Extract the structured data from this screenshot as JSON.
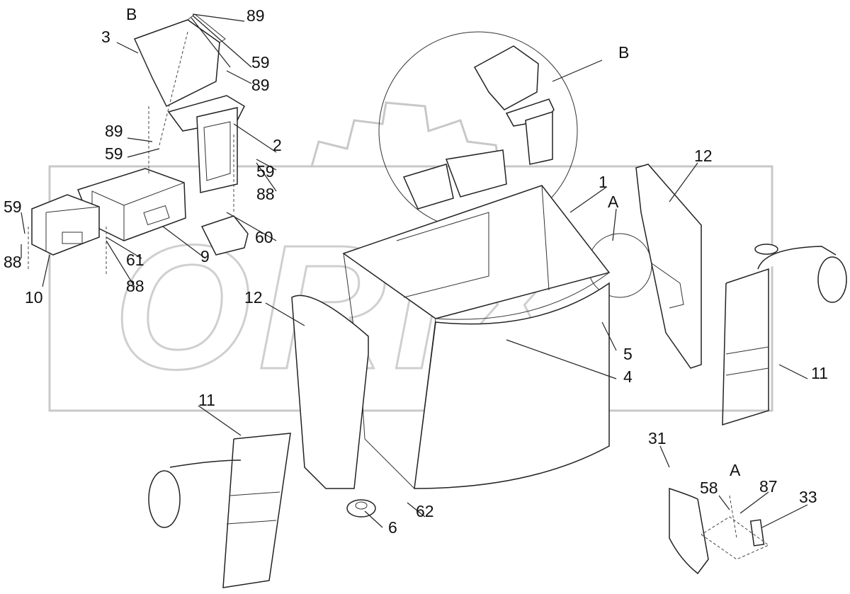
{
  "watermark": "ORIX",
  "labels": {
    "B_top": "B",
    "B_detail": "B",
    "A_top": "A",
    "A_detail": "A",
    "p89a": "89",
    "p3": "3",
    "p59a": "59",
    "p89b": "89",
    "p89c": "89",
    "p59b": "59",
    "p2": "2",
    "p59c": "59",
    "p88a": "88",
    "p60": "60",
    "p59d": "59",
    "p88b": "88",
    "p61": "61",
    "p9": "9",
    "p88c": "88",
    "p10": "10",
    "p1": "1",
    "p12a": "12",
    "p12b": "12",
    "p5": "5",
    "p4": "4",
    "p11a": "11",
    "p11b": "11",
    "p62": "62",
    "p6": "6",
    "p31": "31",
    "p58": "58",
    "p87": "87",
    "p33": "33"
  }
}
